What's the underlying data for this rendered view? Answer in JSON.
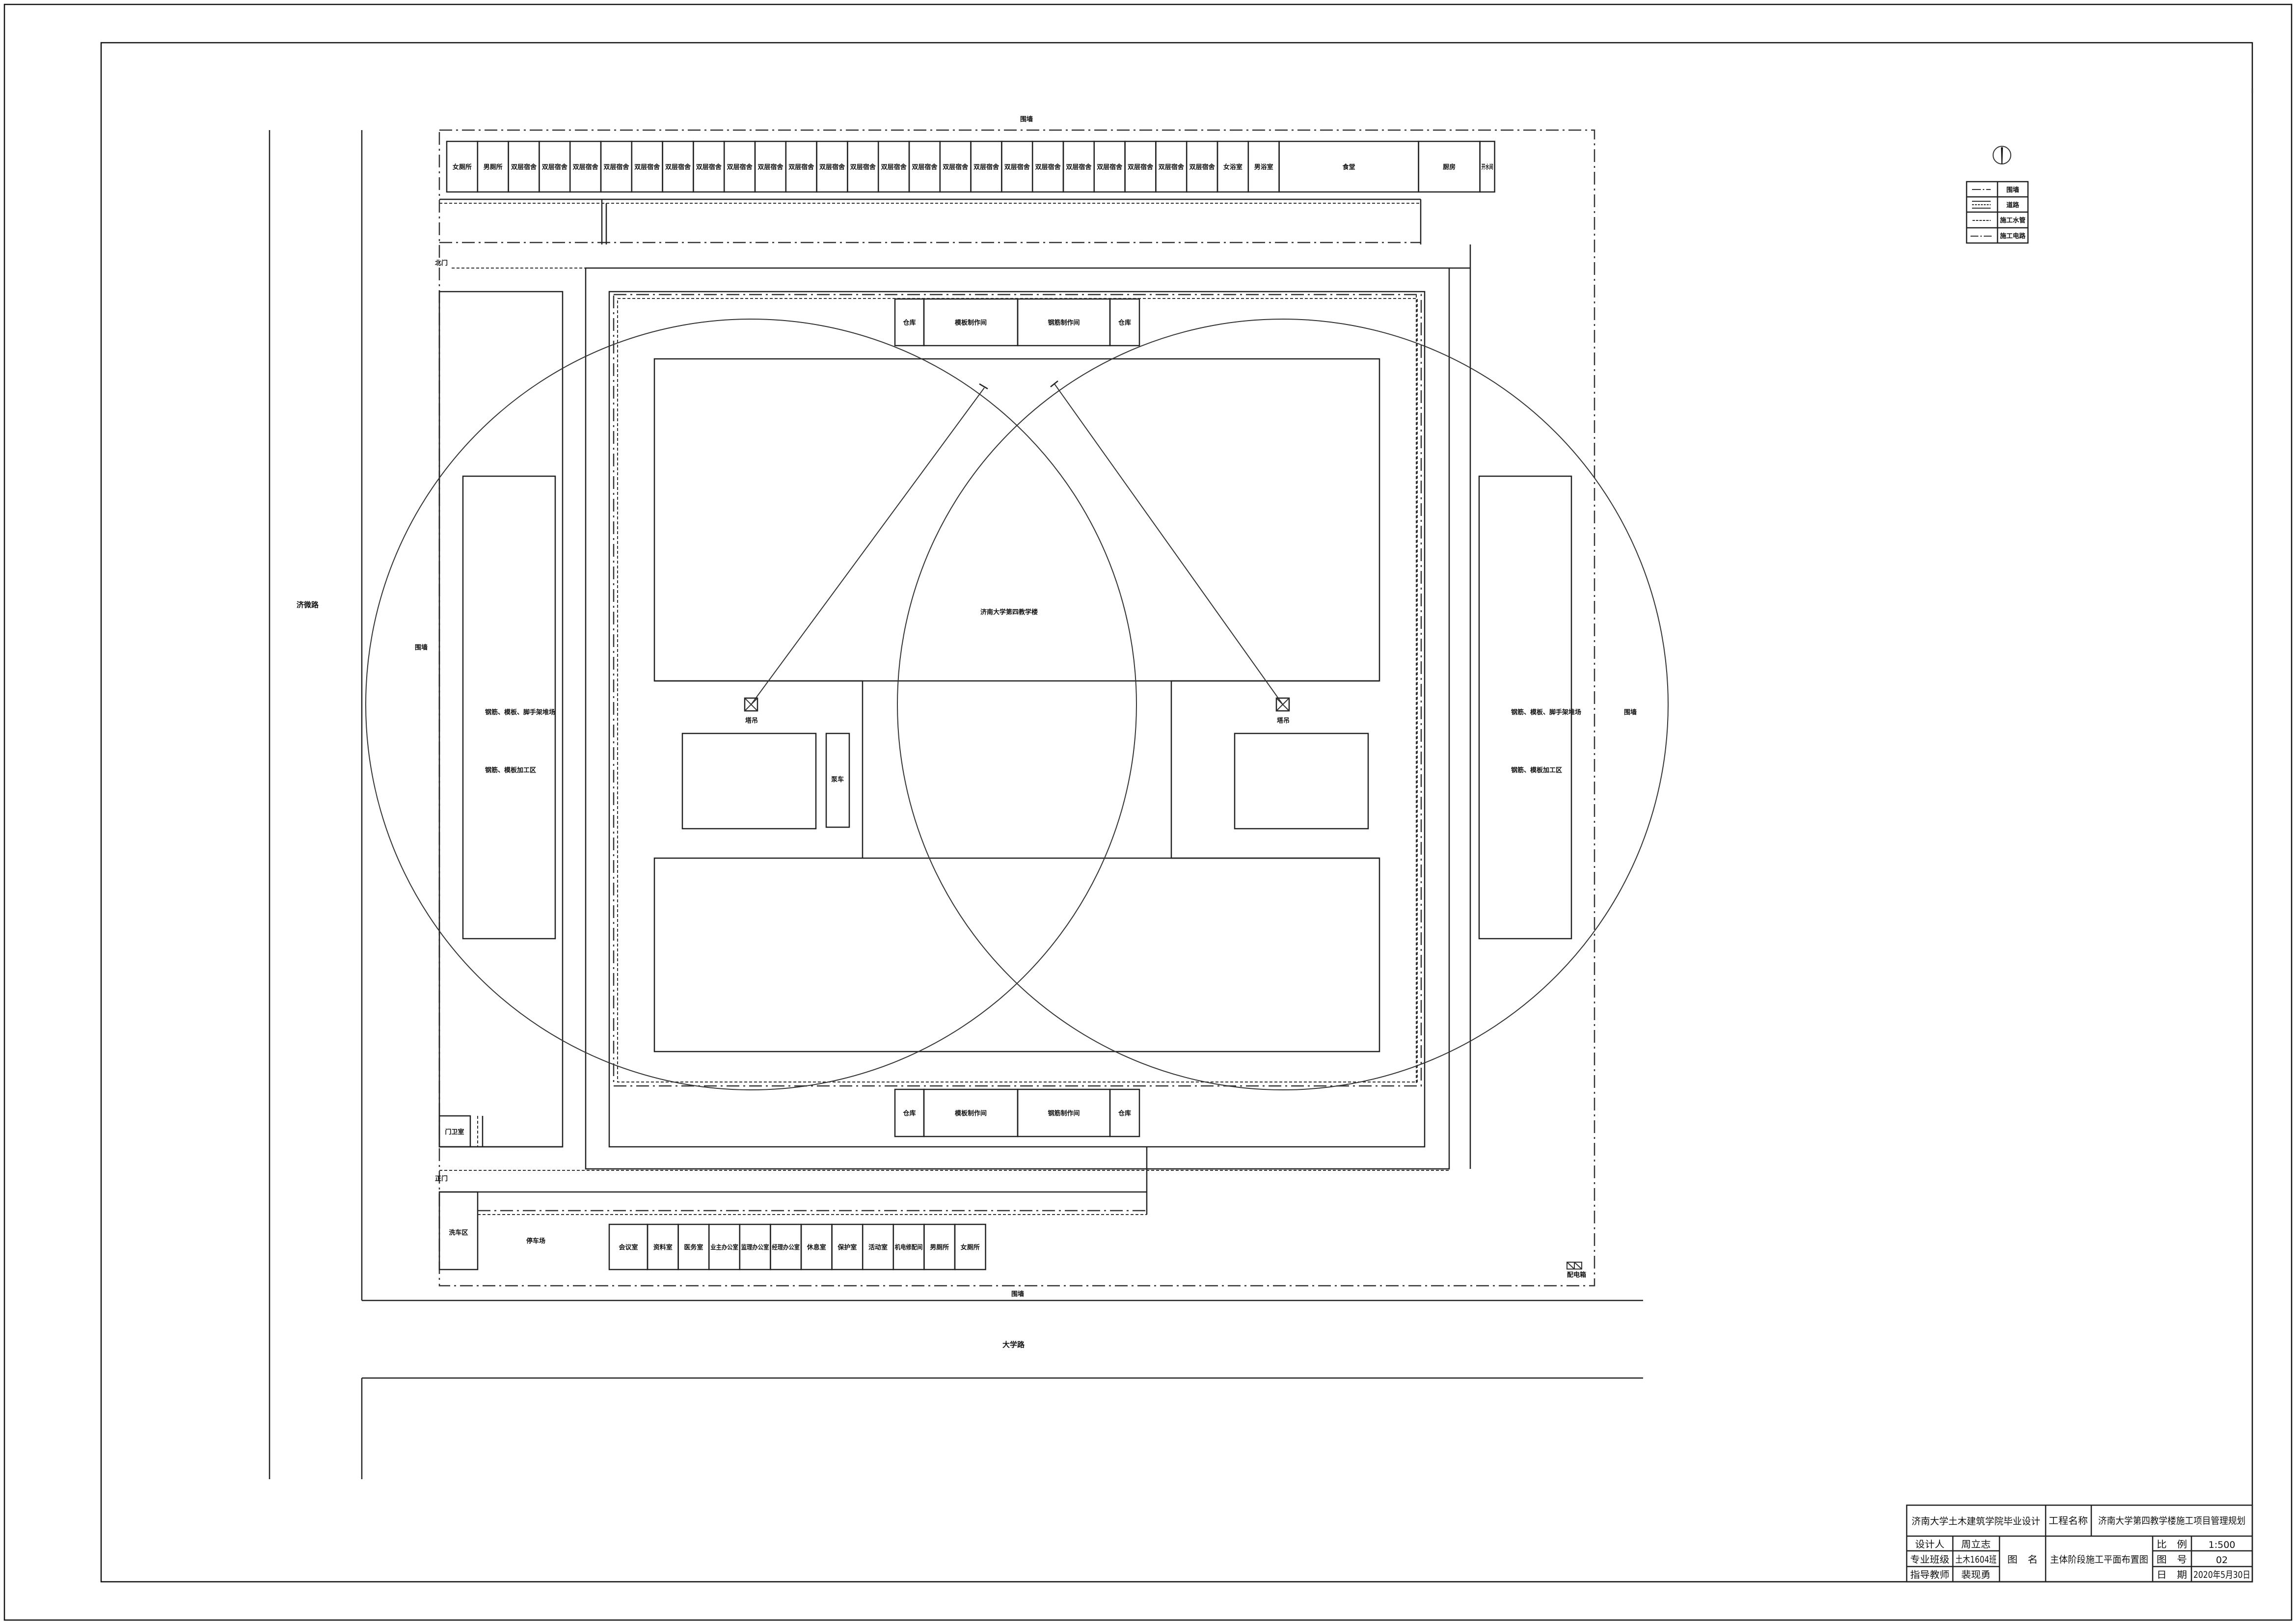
{
  "roads": {
    "west": "济微路",
    "south": "大学路"
  },
  "walls": {
    "top": "围墙",
    "left": "围墙",
    "right": "围墙",
    "bottom": "围墙"
  },
  "gates": {
    "north": "北门",
    "main": "正门"
  },
  "top_row": {
    "rooms": [
      "女厕所",
      "男厕所",
      "双层宿舍",
      "双层宿舍",
      "双层宿舍",
      "双层宿舍",
      "双层宿舍",
      "双层宿舍",
      "双层宿舍",
      "双层宿舍",
      "双层宿舍",
      "双层宿舍",
      "双层宿舍",
      "双层宿舍",
      "双层宿舍",
      "双层宿舍",
      "双层宿舍",
      "双层宿舍",
      "双层宿舍",
      "双层宿舍",
      "双层宿舍",
      "双层宿舍",
      "双层宿舍",
      "双层宿舍",
      "双层宿舍",
      "女浴室",
      "男浴室",
      "食堂",
      "厨房",
      "开水间"
    ]
  },
  "workshops_top": [
    "仓库",
    "模板制作间",
    "钢筋制作间",
    "仓库"
  ],
  "workshops_bottom": [
    "仓库",
    "模板制作间",
    "钢筋制作间",
    "仓库"
  ],
  "storage_left": {
    "line1": "钢筋、模板、脚手架堆场",
    "line2": "钢筋、模板加工区"
  },
  "storage_right": {
    "line1": "钢筋、模板、脚手架堆场",
    "line2": "钢筋、模板加工区"
  },
  "building": {
    "name": "济南大学第四教学楼"
  },
  "cranes": {
    "left": "塔吊",
    "right": "塔吊"
  },
  "pump_truck": "泵车",
  "guard_room": "门卫室",
  "car_wash": "洗车区",
  "parking": "停车场",
  "power_box": "配电箱",
  "office_row": [
    "会议室",
    "资料室",
    "医务室",
    "业主办公室",
    "监理办公室",
    "经理办公室",
    "休息室",
    "保护室",
    "活动室",
    "机电修配间",
    "男厕所",
    "女厕所"
  ],
  "legend": [
    {
      "label": "围墙"
    },
    {
      "label": "道路"
    },
    {
      "label": "施工水管"
    },
    {
      "label": "施工电路"
    }
  ],
  "title_block": {
    "school": "济南大学土木建筑学院毕业设计",
    "project_label": "工程名称",
    "project_name": "济南大学第四教学楼施工项目管理规划",
    "designer_label": "设计人",
    "designer": "周立志",
    "class_label": "专业班级",
    "class": "土木1604班",
    "advisor_label": "指导教师",
    "advisor": "裴现勇",
    "drawing_label": "图　名",
    "drawing_name": "主体阶段施工平面布置图",
    "scale_label": "比　例",
    "scale": "1:500",
    "number_label": "图　号",
    "number": "02",
    "date_label": "日　期",
    "date": "2020年5月30日"
  }
}
